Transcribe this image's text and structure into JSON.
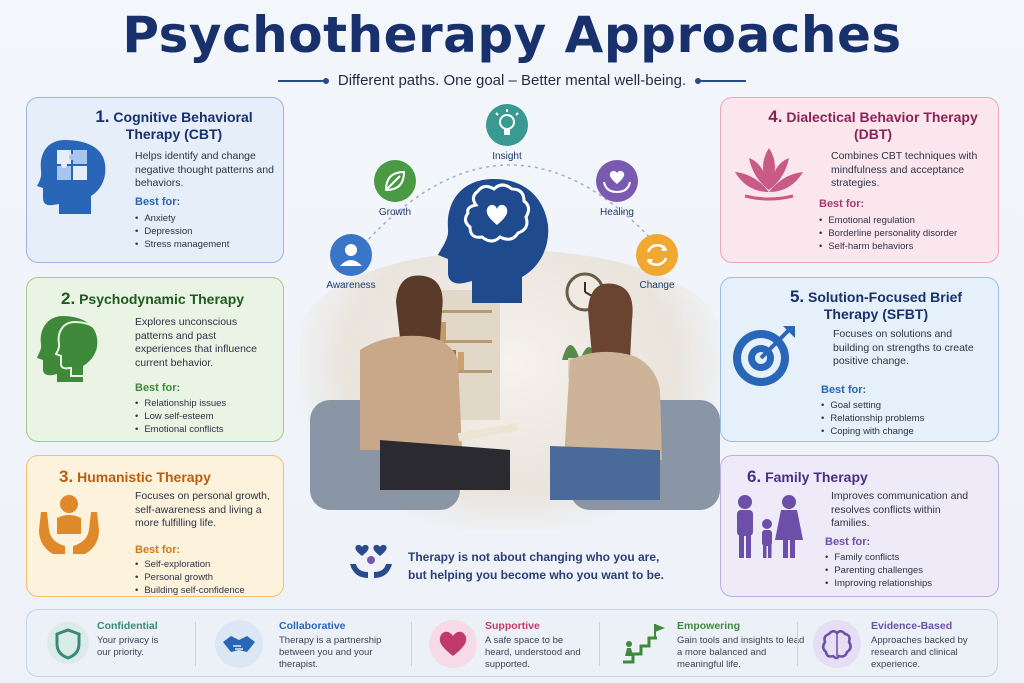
{
  "header": {
    "title": "Psychotherapy Approaches",
    "subtitle": "Different paths. One goal – Better mental well-being."
  },
  "colors": {
    "navy": "#18306b",
    "blue": "#2a66b8",
    "green": "#3f8a3a",
    "orange": "#e0892a",
    "pink": "#a63a6e",
    "lavender": "#6b4fa8"
  },
  "cards": [
    {
      "number": "1.",
      "title": "Cognitive Behavioral Therapy (CBT)",
      "icon": "puzzle-head-icon",
      "description": "Helps identify and change negative thought patterns and behaviors.",
      "best_for_label": "Best for:",
      "best_for": [
        "Anxiety",
        "Depression",
        "Stress management"
      ]
    },
    {
      "number": "2.",
      "title": "Psychodynamic Therapy",
      "icon": "profile-heads-icon",
      "description": "Explores unconscious patterns and past experiences that influence current behavior.",
      "best_for_label": "Best for:",
      "best_for": [
        "Relationship issues",
        "Low self-esteem",
        "Emotional conflicts"
      ]
    },
    {
      "number": "3.",
      "title": "Humanistic Therapy",
      "icon": "hands-person-icon",
      "description": "Focuses on personal growth, self-awareness and living a more fulfilling life.",
      "best_for_label": "Best for:",
      "best_for": [
        "Self-exploration",
        "Personal growth",
        "Building self-confidence"
      ]
    },
    {
      "number": "4.",
      "title": "Dialectical Behavior Therapy (DBT)",
      "icon": "lotus-icon",
      "description": "Combines CBT techniques with mindfulness and acceptance strategies.",
      "best_for_label": "Best for:",
      "best_for": [
        "Emotional regulation",
        "Borderline personality disorder",
        "Self-harm behaviors"
      ]
    },
    {
      "number": "5.",
      "title": "Solution-Focused Brief Therapy (SFBT)",
      "icon": "target-icon",
      "description": "Focuses on solutions and building on strengths to create positive change.",
      "best_for_label": "Best for:",
      "best_for": [
        "Goal setting",
        "Relationship problems",
        "Coping with change"
      ]
    },
    {
      "number": "6.",
      "title": "Family Therapy",
      "icon": "family-icon",
      "description": "Improves communication and resolves conflicts within families.",
      "best_for_label": "Best for:",
      "best_for": [
        "Family conflicts",
        "Parenting challenges",
        "Improving relationships"
      ]
    }
  ],
  "center": {
    "arc_labels": [
      "Awareness",
      "Growth",
      "Insight",
      "Healing",
      "Change"
    ],
    "quote_line1": "Therapy is not about changing who you are,",
    "quote_line2": "but helping you become who you want to be."
  },
  "features": [
    {
      "title": "Confidential",
      "description": "Your privacy is our priority.",
      "icon": "shield-icon",
      "color": "#3a8a7a"
    },
    {
      "title": "Collaborative",
      "description": "Therapy is a partnership between you and your therapist.",
      "icon": "handshake-icon",
      "color": "#2a66b8"
    },
    {
      "title": "Supportive",
      "description": "A safe space to be heard, understood and supported.",
      "icon": "heart-icon",
      "color": "#c23a6a"
    },
    {
      "title": "Empowering",
      "description": "Gain tools and insights to lead a more balanced and meaningful life.",
      "icon": "stairs-flag-icon",
      "color": "#3f8a3a"
    },
    {
      "title": "Evidence-Based",
      "description": "Approaches backed by research and clinical experience.",
      "icon": "brain-icon",
      "color": "#6b4fa8"
    }
  ]
}
